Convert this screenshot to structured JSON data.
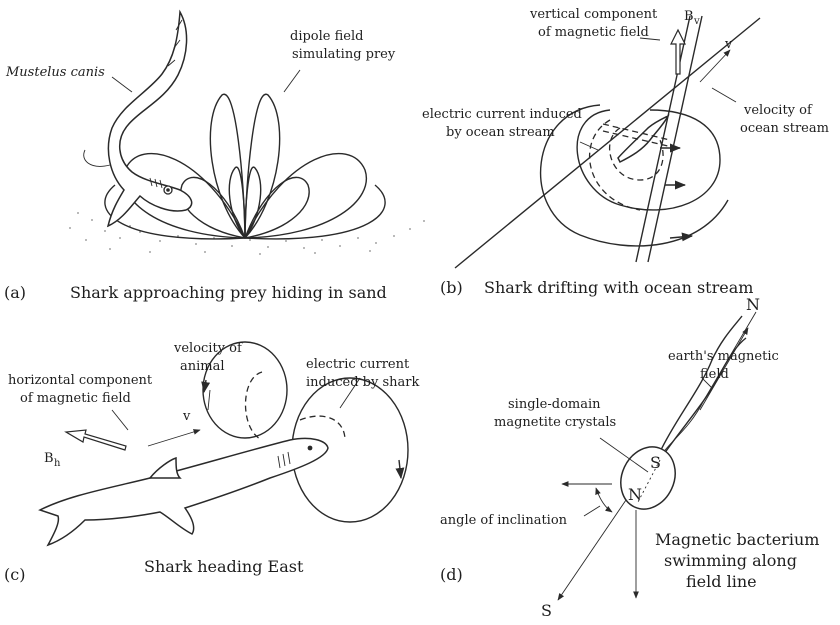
{
  "panels": {
    "a": {
      "letter": "(a)",
      "caption": "Shark approaching prey hiding in sand",
      "species": "Mustelus canis",
      "dipole_label_1": "dipole field",
      "dipole_label_2": "simulating prey"
    },
    "b": {
      "letter": "(b)",
      "caption": "Shark drifting with ocean stream",
      "vertical_label_1": "vertical component",
      "vertical_label_2": "of magnetic field",
      "bv_symbol": "B",
      "bv_sub": "v",
      "v_symbol": "v",
      "velocity_label_1": "velocity of",
      "velocity_label_2": "ocean stream",
      "current_label_1": "electric current induced",
      "current_label_2": "by ocean stream"
    },
    "c": {
      "letter": "(c)",
      "caption": "Shark heading East",
      "horizontal_label_1": "horizontal component",
      "horizontal_label_2": "of magnetic field",
      "bh_symbol": "B",
      "bh_sub": "h",
      "v_symbol": "v",
      "velocity_label_1": "velocity of",
      "velocity_label_2": "animal",
      "current_label_1": "electric current",
      "current_label_2": "induced by shark"
    },
    "d": {
      "letter": "(d)",
      "north": "N",
      "south": "S",
      "cell_s": "S",
      "cell_n": "N",
      "field_label_1": "earth's magnetic",
      "field_label_2": "field",
      "magnetite_label_1": "single-domain",
      "magnetite_label_2": "magnetite crystals",
      "angle_label": "angle of inclination",
      "caption_1": "Magnetic bacterium",
      "caption_2": "swimming along",
      "caption_3": "field line"
    }
  }
}
